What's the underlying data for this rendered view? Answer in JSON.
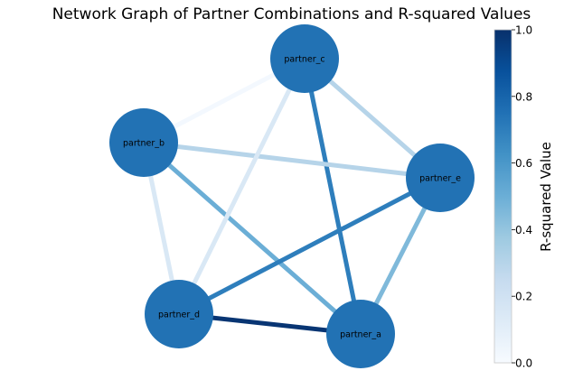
{
  "title": "Network Graph of Partner Combinations and R-squared Values",
  "nodes": [
    "partner_a",
    "partner_b",
    "partner_c",
    "partner_d",
    "partner_e"
  ],
  "edges": [
    {
      "source": "partner_a",
      "target": "partner_b",
      "r_squared": 0.5
    },
    {
      "source": "partner_a",
      "target": "partner_c",
      "r_squared": 0.7
    },
    {
      "source": "partner_a",
      "target": "partner_d",
      "r_squared": 0.98
    },
    {
      "source": "partner_a",
      "target": "partner_e",
      "r_squared": 0.45
    },
    {
      "source": "partner_b",
      "target": "partner_c",
      "r_squared": 0.02
    },
    {
      "source": "partner_b",
      "target": "partner_d",
      "r_squared": 0.15
    },
    {
      "source": "partner_b",
      "target": "partner_e",
      "r_squared": 0.3
    },
    {
      "source": "partner_c",
      "target": "partner_d",
      "r_squared": 0.15
    },
    {
      "source": "partner_c",
      "target": "partner_e",
      "r_squared": 0.3
    },
    {
      "source": "partner_d",
      "target": "partner_e",
      "r_squared": 0.7
    }
  ],
  "colorbar": {
    "label": "R-squared Value",
    "ticks": [
      "0.0",
      "0.2",
      "0.4",
      "0.6",
      "0.8",
      "1.0"
    ],
    "range": [
      0,
      1
    ]
  },
  "colors": {
    "node_fill": "#2272b4",
    "cmap_low": "#f7fbff",
    "cmap_high": "#08306b"
  }
}
